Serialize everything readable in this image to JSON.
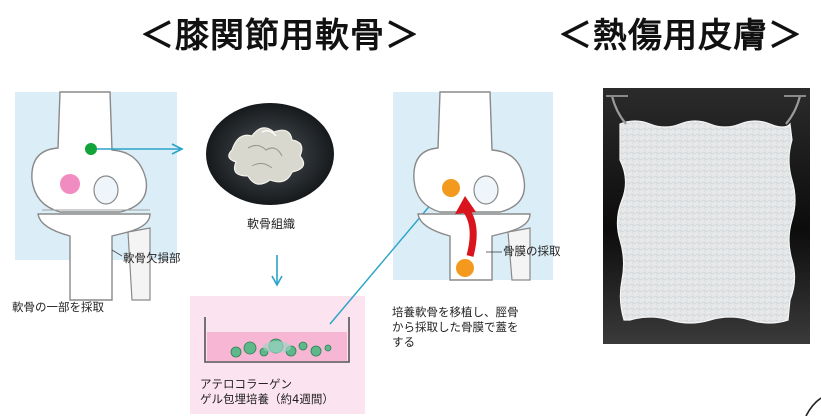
{
  "headings": {
    "knee": "＜膝関節用軟骨＞",
    "skin": "＜熱傷用皮膚＞"
  },
  "captions": {
    "step1": "軟骨の一部を採取",
    "defect": "軟骨欠損部",
    "tissue": "軟骨組織",
    "periosteum": "骨膜の採取",
    "step3_line1": "培養軟骨を移植し、脛骨",
    "step3_line2": "から採取した骨膜で蓋を",
    "step3_line3": "する",
    "gel_line1": "アテロコラーゲン",
    "gel_line2": "ゲル包埋培養（約4週間）"
  },
  "colors": {
    "panel_blue": "#dbeef7",
    "gel_pink": "#fbe3ef",
    "arrow_cyan": "#2aa3c9",
    "harvest_green": "#12a33a",
    "defect_pink": "#f08cbf",
    "periosteum_orange": "#f39a1e",
    "transplant_red": "#d9141c"
  },
  "icons": [
    "arrow-right-icon",
    "arrow-down-icon",
    "arrow-diagonal-icon",
    "arrow-up-curved-icon"
  ]
}
